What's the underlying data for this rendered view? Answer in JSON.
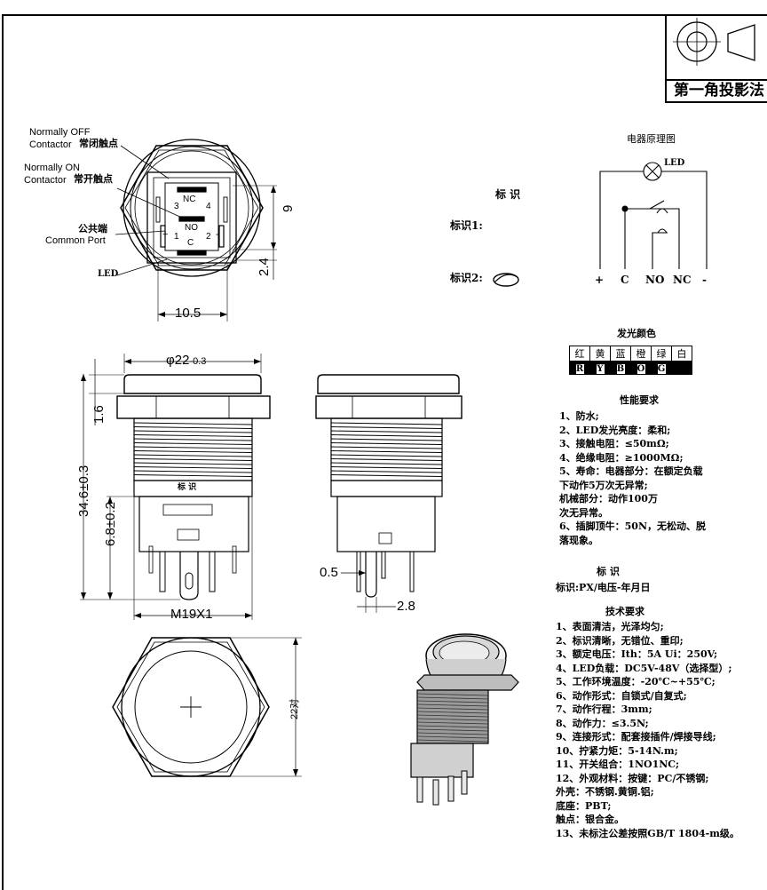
{
  "title_block": {
    "projection": "第一角投影法"
  },
  "top_view_labels": {
    "nc_label_en1": "Normally OFF",
    "nc_label_en2": "Contactor",
    "nc_label_cn": "常闭触点",
    "no_label_en1": "Normally ON",
    "no_label_en2": "Contactor",
    "no_label_cn": "常开触点",
    "common_cn": "公共端",
    "common_en": "Common Port",
    "led": "LED",
    "pin_nc": "NC",
    "pin_no": "NO",
    "pin_c": "C",
    "pin_3": "3",
    "pin_4": "4",
    "pin_1": "1",
    "pin_2": "2",
    "plus": "+",
    "minus": "-",
    "dim_width": "10.5",
    "dim_height": "9",
    "dim_offset": "2.4"
  },
  "side_view_labels": {
    "dim_diameter": "φ22",
    "dim_diameter_tol": "-0.3",
    "dim_flange": "1.6",
    "dim_total": "34.6±0.3",
    "dim_pins": "6.8±0.2",
    "dim_thread": "M19X1",
    "mark_panel": "标 识",
    "dim_pin_thick": "0.5",
    "dim_pin_width": "2.8",
    "dim_hex": "22对"
  },
  "marking_section": {
    "title": "标 识",
    "mark1": "标识1:",
    "mark2": "标识2:"
  },
  "circuit": {
    "title": "电器原理图",
    "led": "LED",
    "terminals": [
      "+",
      "C",
      "NO",
      "NC",
      "-"
    ]
  },
  "colors": {
    "title": "发光颜色",
    "names": [
      "红",
      "黄",
      "蓝",
      "橙",
      "绿",
      "白"
    ],
    "codes": [
      "R",
      "Y",
      "B",
      "O",
      "G",
      ""
    ]
  },
  "performance": {
    "title": "性能要求",
    "lines": [
      "1、防水;",
      "2、LED发光亮度：柔和;",
      "3、接触电阻：≤50mΩ;",
      "4、绝缘电阻：≥1000MΩ;",
      "5、寿命：电器部分：在额定负载",
      "下动作5万次无异常;",
      "    机械部分：动作100万",
      "次无异常。",
      "6、插脚顶牛：50N，无松动、脱",
      "落现象。"
    ]
  },
  "identification": {
    "title": "标 识",
    "text": "标识:PX/电压-年月日"
  },
  "technical": {
    "title": "技术要求",
    "lines": [
      "1、表面清洁，光泽均匀;",
      "2、标识清晰，无错位、重印;",
      "3、额定电压：Ith：5A  Ui：250V;",
      "4、LED负载：DC5V-48V（选择型）;",
      "5、工作环境温度：-20℃~+55℃;",
      "6、动作形式：自锁式/自复式;",
      "7、动作行程：3mm;",
      "8、动作力：≤3.5N;",
      "9、连接形式：配套接插件/焊接导线;",
      "10、拧紧力矩：5-14N.m;",
      "11、开关组合：1NO1NC;",
      "12、外观材料：按键：PC/不锈钢;",
      "              外壳：不锈钢.黄铜.铝;",
      "              底座：PBT;",
      "              触点：银合金。",
      "13、未标注公差按照GB/T 1804-m级。"
    ]
  }
}
